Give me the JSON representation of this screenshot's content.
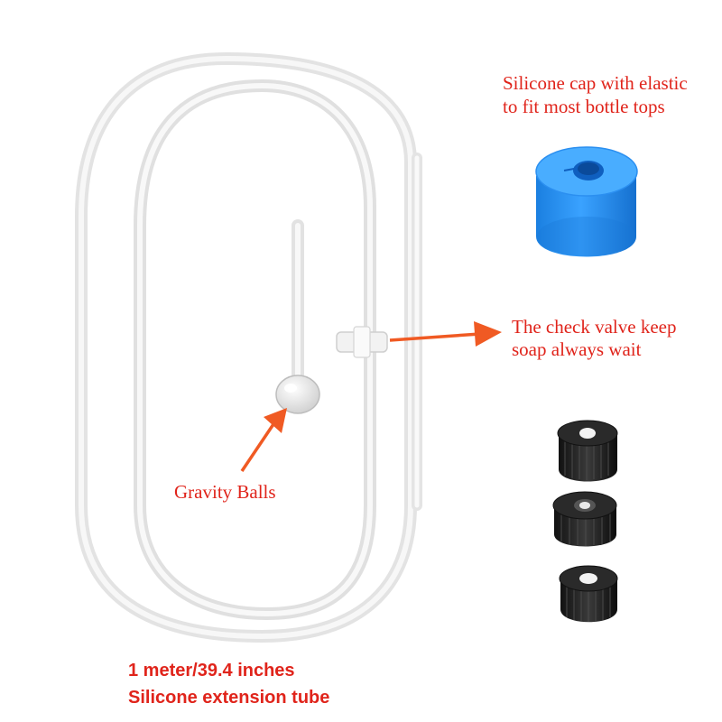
{
  "labels": {
    "silicone_cap": [
      "Silicone cap with elastic",
      "to fit most bottle tops"
    ],
    "check_valve": [
      "The check valve keep",
      "soap always wait"
    ],
    "gravity_balls": "Gravity Balls",
    "tube_length": "1 meter/39.4 inches",
    "tube_name": "Silicone extension tube"
  },
  "colors": {
    "annotation_text": "#e0241b",
    "arrow": "#f05a23",
    "cap": "#1e90f0",
    "nuts": "#222222",
    "tube": "#e6e6e6"
  },
  "components": {
    "black_nut_count": 3
  }
}
